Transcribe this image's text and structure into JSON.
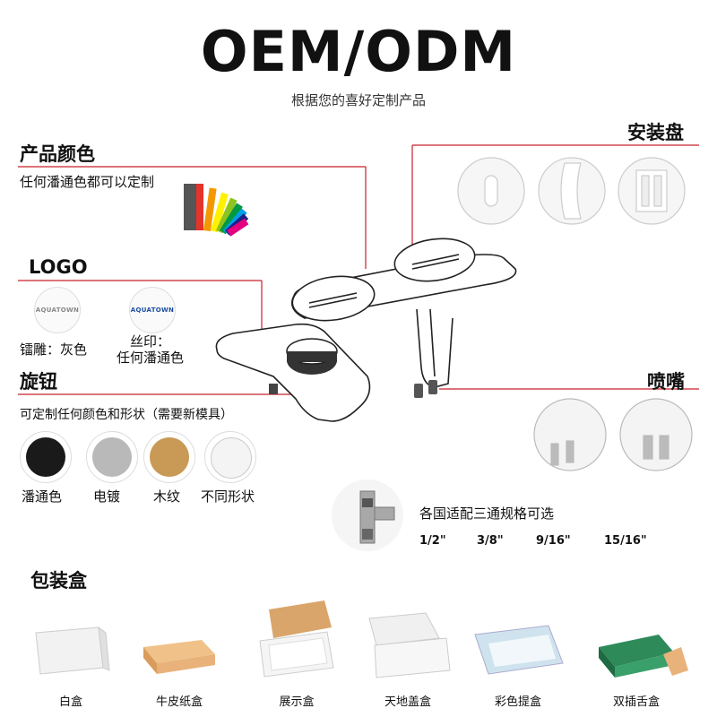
{
  "header": {
    "title": "OEM/ODM",
    "subtitle": "根据您的喜好定制产品"
  },
  "color_section": {
    "title": "产品颜色",
    "desc": "任何潘通色都可以定制"
  },
  "logo_section": {
    "title": "LOGO",
    "brand": "AQUATOWN",
    "engrave_label": "镭雕：灰色",
    "print_label_1": "丝印：",
    "print_label_2": "任何潘通色"
  },
  "knob_section": {
    "title": "旋钮",
    "desc": "可定制任何颜色和形状（需要新模具）",
    "options": [
      {
        "label": "潘通色",
        "color": "#1a1a1a"
      },
      {
        "label": "电镀",
        "color": "#b9b9b9"
      },
      {
        "label": "木纹",
        "color": "#c99a55"
      },
      {
        "label": "不同形状",
        "color": "#f4f4f4"
      }
    ]
  },
  "mount_section": {
    "title": "安装盘"
  },
  "nozzle_section": {
    "title": "喷嘴"
  },
  "tee_section": {
    "desc": "各国适配三通规格可选",
    "sizes": [
      "1/2\"",
      "3/8\"",
      "9/16\"",
      "15/16\""
    ]
  },
  "packaging_section": {
    "title": "包装盒",
    "boxes": [
      {
        "label": "白盒",
        "color": "#f2f2f2"
      },
      {
        "label": "牛皮纸盒",
        "color": "#e8b27a"
      },
      {
        "label": "展示盒",
        "color": "#d9a56b"
      },
      {
        "label": "天地盖盒",
        "color": "#f0f0f0"
      },
      {
        "label": "彩色提盒",
        "color": "#cfe3ef"
      },
      {
        "label": "双插舌盒",
        "color": "#2f8a5a"
      }
    ]
  },
  "colors": {
    "accent_line": "#c8202a"
  }
}
